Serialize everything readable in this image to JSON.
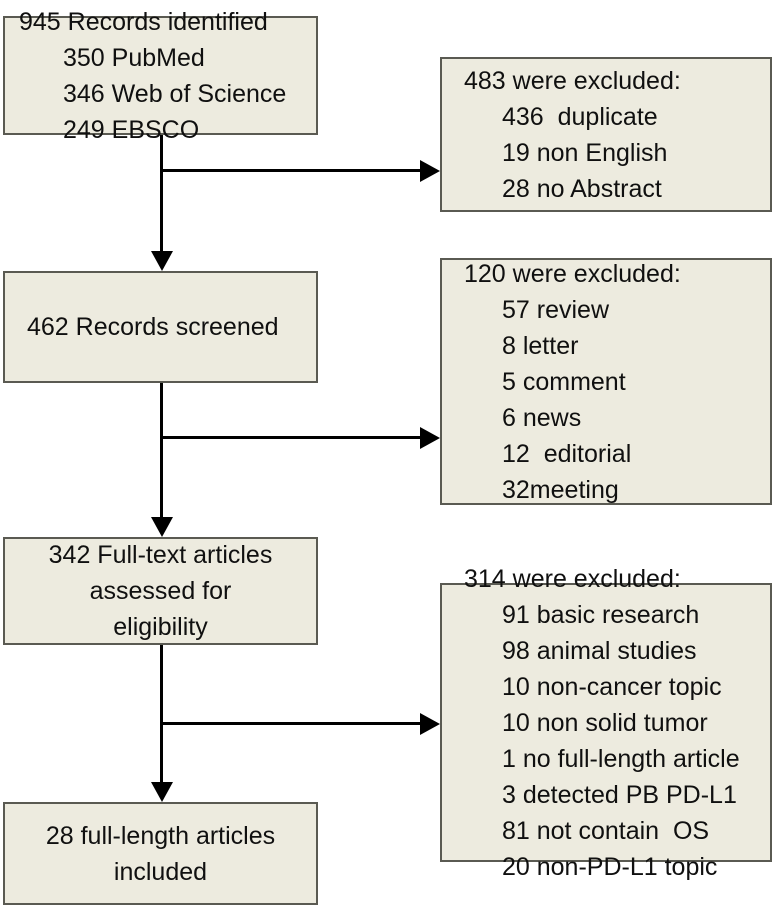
{
  "diagram": {
    "type": "prisma-flow-diagram",
    "colors": {
      "box_fill": "#EDEBDF",
      "box_border": "#5A5A52",
      "connector": "#000000",
      "background": "#FFFFFF",
      "text": "#101010"
    },
    "identification": {
      "title": "945 Records identified",
      "sources": [
        {
          "count": "350",
          "label": "PubMed",
          "text": "350 PubMed"
        },
        {
          "count": "346",
          "label": "Web of Science",
          "text": "346 Web of Science"
        },
        {
          "count": "249",
          "label": "EBSCO",
          "text": "249 EBSCO"
        }
      ],
      "total": 945
    },
    "excluded_1": {
      "title": "483 were excluded:",
      "total": 483,
      "reasons": [
        {
          "count": "436",
          "label": "duplicate",
          "text": "436  duplicate"
        },
        {
          "count": "19",
          "label": "non English",
          "text": "19 non English"
        },
        {
          "count": "28",
          "label": "no Abstract",
          "text": "28 no Abstract"
        }
      ]
    },
    "screened": {
      "title": "462 Records screened",
      "count": 462
    },
    "excluded_2": {
      "title": "120 were excluded:",
      "total": 120,
      "reasons": [
        {
          "count": "57",
          "label": "review",
          "text": "57 review"
        },
        {
          "count": "8",
          "label": "letter",
          "text": "8 letter"
        },
        {
          "count": "5",
          "label": "comment",
          "text": "5 comment"
        },
        {
          "count": "6",
          "label": "news",
          "text": "6 news"
        },
        {
          "count": "12",
          "label": "editorial",
          "text": "12  editorial"
        },
        {
          "count": "32",
          "label": "meeting",
          "text": "32meeting"
        }
      ]
    },
    "eligibility": {
      "count": 342,
      "lines": [
        "342 Full-text articles",
        "assessed for",
        "eligibility"
      ]
    },
    "excluded_3": {
      "title": "314 were excluded:",
      "total": 314,
      "reasons": [
        {
          "count": "91",
          "label": "basic research",
          "text": "91 basic research"
        },
        {
          "count": "98",
          "label": "animal studies",
          "text": "98 animal studies"
        },
        {
          "count": "10",
          "label": "non-cancer topic",
          "text": "10 non-cancer topic"
        },
        {
          "count": "10",
          "label": "non solid tumor",
          "text": "10 non solid tumor"
        },
        {
          "count": "1",
          "label": "no full-length article",
          "text": "1 no full-length article"
        },
        {
          "count": "3",
          "label": "detected PB PD-L1",
          "text": "3 detected PB PD-L1"
        },
        {
          "count": "81",
          "label": "not contain OS",
          "text": "81 not contain  OS"
        },
        {
          "count": "20",
          "label": "non-PD-L1 topic",
          "text": "20 non-PD-L1 topic"
        }
      ]
    },
    "included": {
      "count": 28,
      "lines": [
        "28 full-length articles",
        "included"
      ]
    }
  }
}
